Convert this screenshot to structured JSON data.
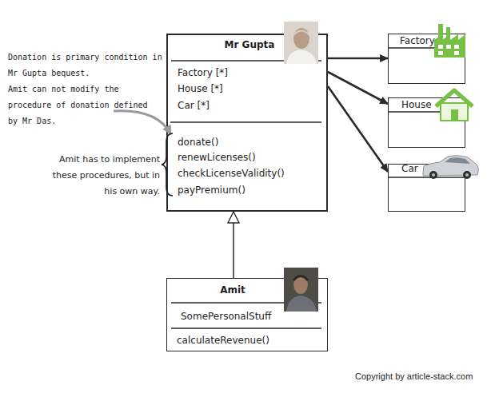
{
  "diagram": {
    "nodes": [
      {
        "text": [
          "Mr Gupta",
          "Factory [*]",
          "House [*]",
          "Car [*]",
          "donate()",
          "renewLicenses()",
          "checkLicenseValidity()",
          "payPremium()"
        ]
      },
      {
        "text": [
          "Factory"
        ]
      },
      {
        "text": [
          "House"
        ]
      },
      {
        "text": [
          "Car"
        ]
      },
      {
        "text": [
          "Amit",
          "SomePersonalStuff",
          "calculateRevenue()"
        ]
      }
    ],
    "edges": [
      {
        "from": 0,
        "to": 1,
        "arrow": "to"
      },
      {
        "from": 0,
        "to": 2,
        "arrow": "to"
      },
      {
        "from": 0,
        "to": 3,
        "arrow": "to"
      },
      {
        "from": 4,
        "to": 0,
        "arrow": "to"
      }
    ],
    "labels": [
      "Donation is primary condition in Mr Gupta bequest.",
      "Amit can not modify the procedure of donation defined by Mr Das.",
      "Amit has to implement these procedures, but in his own way.",
      "Copyright by article-stack.com"
    ]
  }
}
